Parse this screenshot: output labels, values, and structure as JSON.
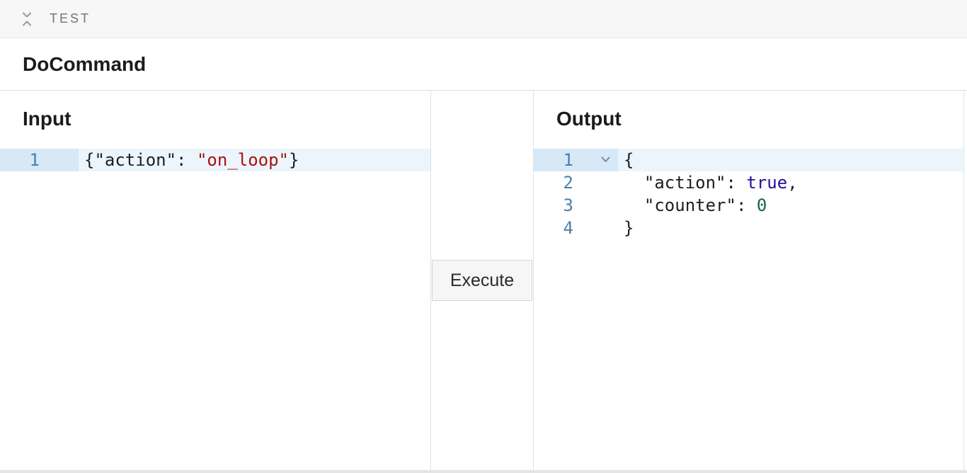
{
  "topbar": {
    "label": "TEST",
    "collapse_icon": "collapse-vertical-icon"
  },
  "header": {
    "title": "DoCommand"
  },
  "input_panel": {
    "title": "Input",
    "editor": {
      "active_line": 1,
      "show_fold_gutter": false,
      "lines": [
        {
          "number": "1",
          "active": true,
          "foldable": false,
          "segments": [
            {
              "text": "{\"action\": ",
              "type": "plain"
            },
            {
              "text": "\"on_loop\"",
              "type": "string"
            },
            {
              "text": "}",
              "type": "plain"
            }
          ]
        }
      ]
    }
  },
  "middle": {
    "execute_label": "Execute"
  },
  "output_panel": {
    "title": "Output",
    "editor": {
      "active_line": 1,
      "show_fold_gutter": true,
      "lines": [
        {
          "number": "1",
          "active": true,
          "foldable": true,
          "segments": [
            {
              "text": "{",
              "type": "plain"
            }
          ]
        },
        {
          "number": "2",
          "active": false,
          "foldable": false,
          "segments": [
            {
              "text": "  \"action\": ",
              "type": "plain"
            },
            {
              "text": "true",
              "type": "bool"
            },
            {
              "text": ",",
              "type": "plain"
            }
          ]
        },
        {
          "number": "3",
          "active": false,
          "foldable": false,
          "segments": [
            {
              "text": "  \"counter\": ",
              "type": "plain"
            },
            {
              "text": "0",
              "type": "number"
            }
          ]
        },
        {
          "number": "4",
          "active": false,
          "foldable": false,
          "segments": [
            {
              "text": "}",
              "type": "plain"
            }
          ]
        }
      ]
    }
  },
  "icons": {
    "topbar_collapse": "collapse-vertical-icon",
    "fold": "chevron-down-icon"
  },
  "colors": {
    "topbar_bg": "#f7f7f8",
    "border": "#e0e0e0",
    "border_soft": "#e4e4e4",
    "line_number": "#4d7ea8",
    "active_line_bg": "#ecf5fc",
    "active_gutter_bg": "#d7e8f7",
    "code_text": "#1e1e1e",
    "token_string": "#aa1111",
    "token_bool": "#221199",
    "token_number": "#116644",
    "button_bg": "#f6f6f6",
    "button_border": "#d6d6d6",
    "icon_gray": "#9aa0a6",
    "fold_chevron": "#6e8ca3"
  }
}
